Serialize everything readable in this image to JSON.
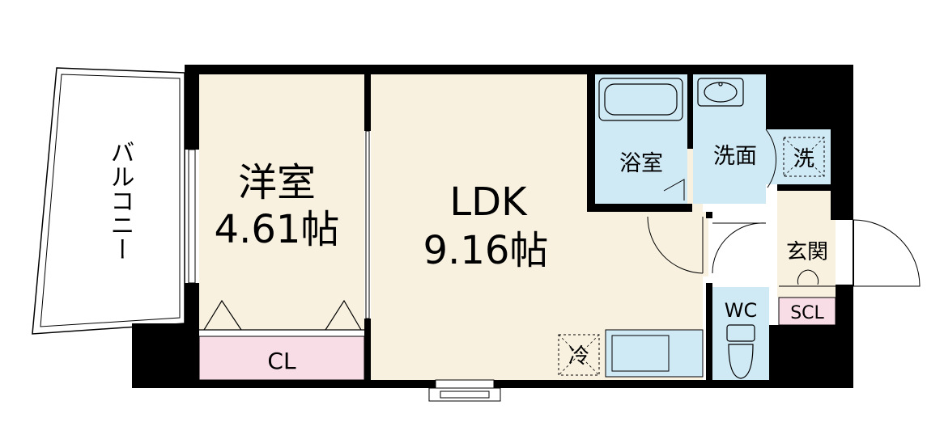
{
  "rooms": {
    "balcony": {
      "label": "バルコニー"
    },
    "western_room": {
      "label": "洋室",
      "size": "4.61帖"
    },
    "ldk": {
      "label": "LDK",
      "size": "9.16帖"
    },
    "bath": {
      "label": "浴室"
    },
    "washroom": {
      "label": "洗面"
    },
    "washer": {
      "label": "洗"
    },
    "entrance": {
      "label": "玄関"
    },
    "wc": {
      "label": "WC"
    },
    "shoe_closet": {
      "label": "SCL"
    },
    "closet": {
      "label": "CL"
    },
    "fridge": {
      "label": "冷"
    }
  },
  "colors": {
    "floor": "#f8f1df",
    "wet_area": "#cfe9f5",
    "closet": "#f9dde6",
    "wall": "#000000"
  }
}
